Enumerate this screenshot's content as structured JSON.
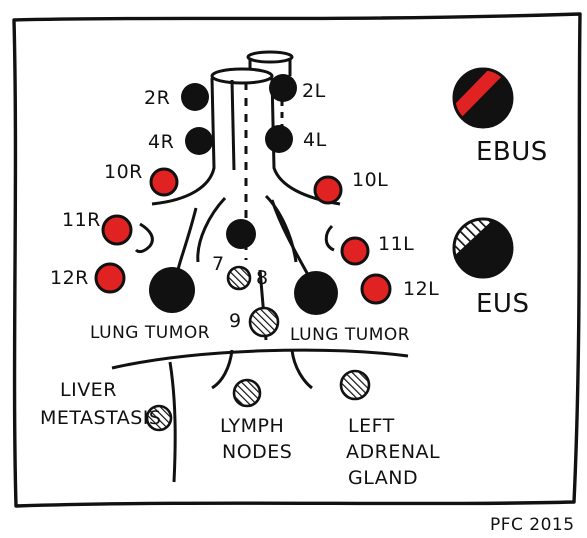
{
  "colors": {
    "ink": "#111111",
    "red": "#e02222",
    "paper": "#ffffff"
  },
  "stations": {
    "s2R": "2R",
    "s2L": "2L",
    "s4R": "4R",
    "s4L": "4L",
    "s10R": "10R",
    "s10L": "10L",
    "s11R": "11R",
    "s11L": "11L",
    "s12R": "12R",
    "s12L": "12L",
    "s7": "7",
    "s8": "8",
    "s9": "9"
  },
  "labels": {
    "lung_tumor_left": "LUNG TUMOR",
    "lung_tumor_right": "LUNG TUMOR",
    "liver_1": "LIVER",
    "liver_2": "METASTASIS",
    "lymph_1": "LYMPH",
    "lymph_2": "NODES",
    "adrenal_1": "LEFT",
    "adrenal_2": "ADRENAL",
    "adrenal_3": "GLAND"
  },
  "legend": {
    "ebus": "EBUS",
    "eus": "EUS"
  },
  "signature": "PFC 2015"
}
